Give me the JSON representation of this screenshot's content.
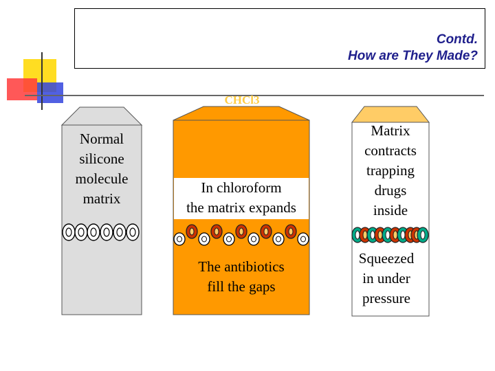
{
  "title": {
    "line1": "Contd.",
    "line2": "How are They Made?"
  },
  "colors": {
    "title_text": "#1f1f8c",
    "gray_fill": "#dddddd",
    "orange_fill": "#ff9900",
    "light_orange": "#ffcc66",
    "red_circle": "#cc3300",
    "teal_circle": "#00aa88",
    "deco_yellow": "#ffdd22",
    "deco_red": "#ff3b3b",
    "deco_blue": "#3344dd"
  },
  "solvent_label": "CHCl3",
  "columns": [
    {
      "lines": [
        "Normal",
        "silicone",
        "molecule",
        "matrix"
      ]
    },
    {
      "top_lines": [
        "In chloroform",
        "the matrix expands"
      ],
      "bottom_lines": [
        "The antibiotics",
        "fill the gaps"
      ]
    },
    {
      "top_lines": [
        "Matrix",
        "contracts",
        "trapping",
        "drugs",
        "inside"
      ],
      "bottom_lines": [
        "Squeezed",
        "in under",
        "pressure"
      ]
    }
  ]
}
